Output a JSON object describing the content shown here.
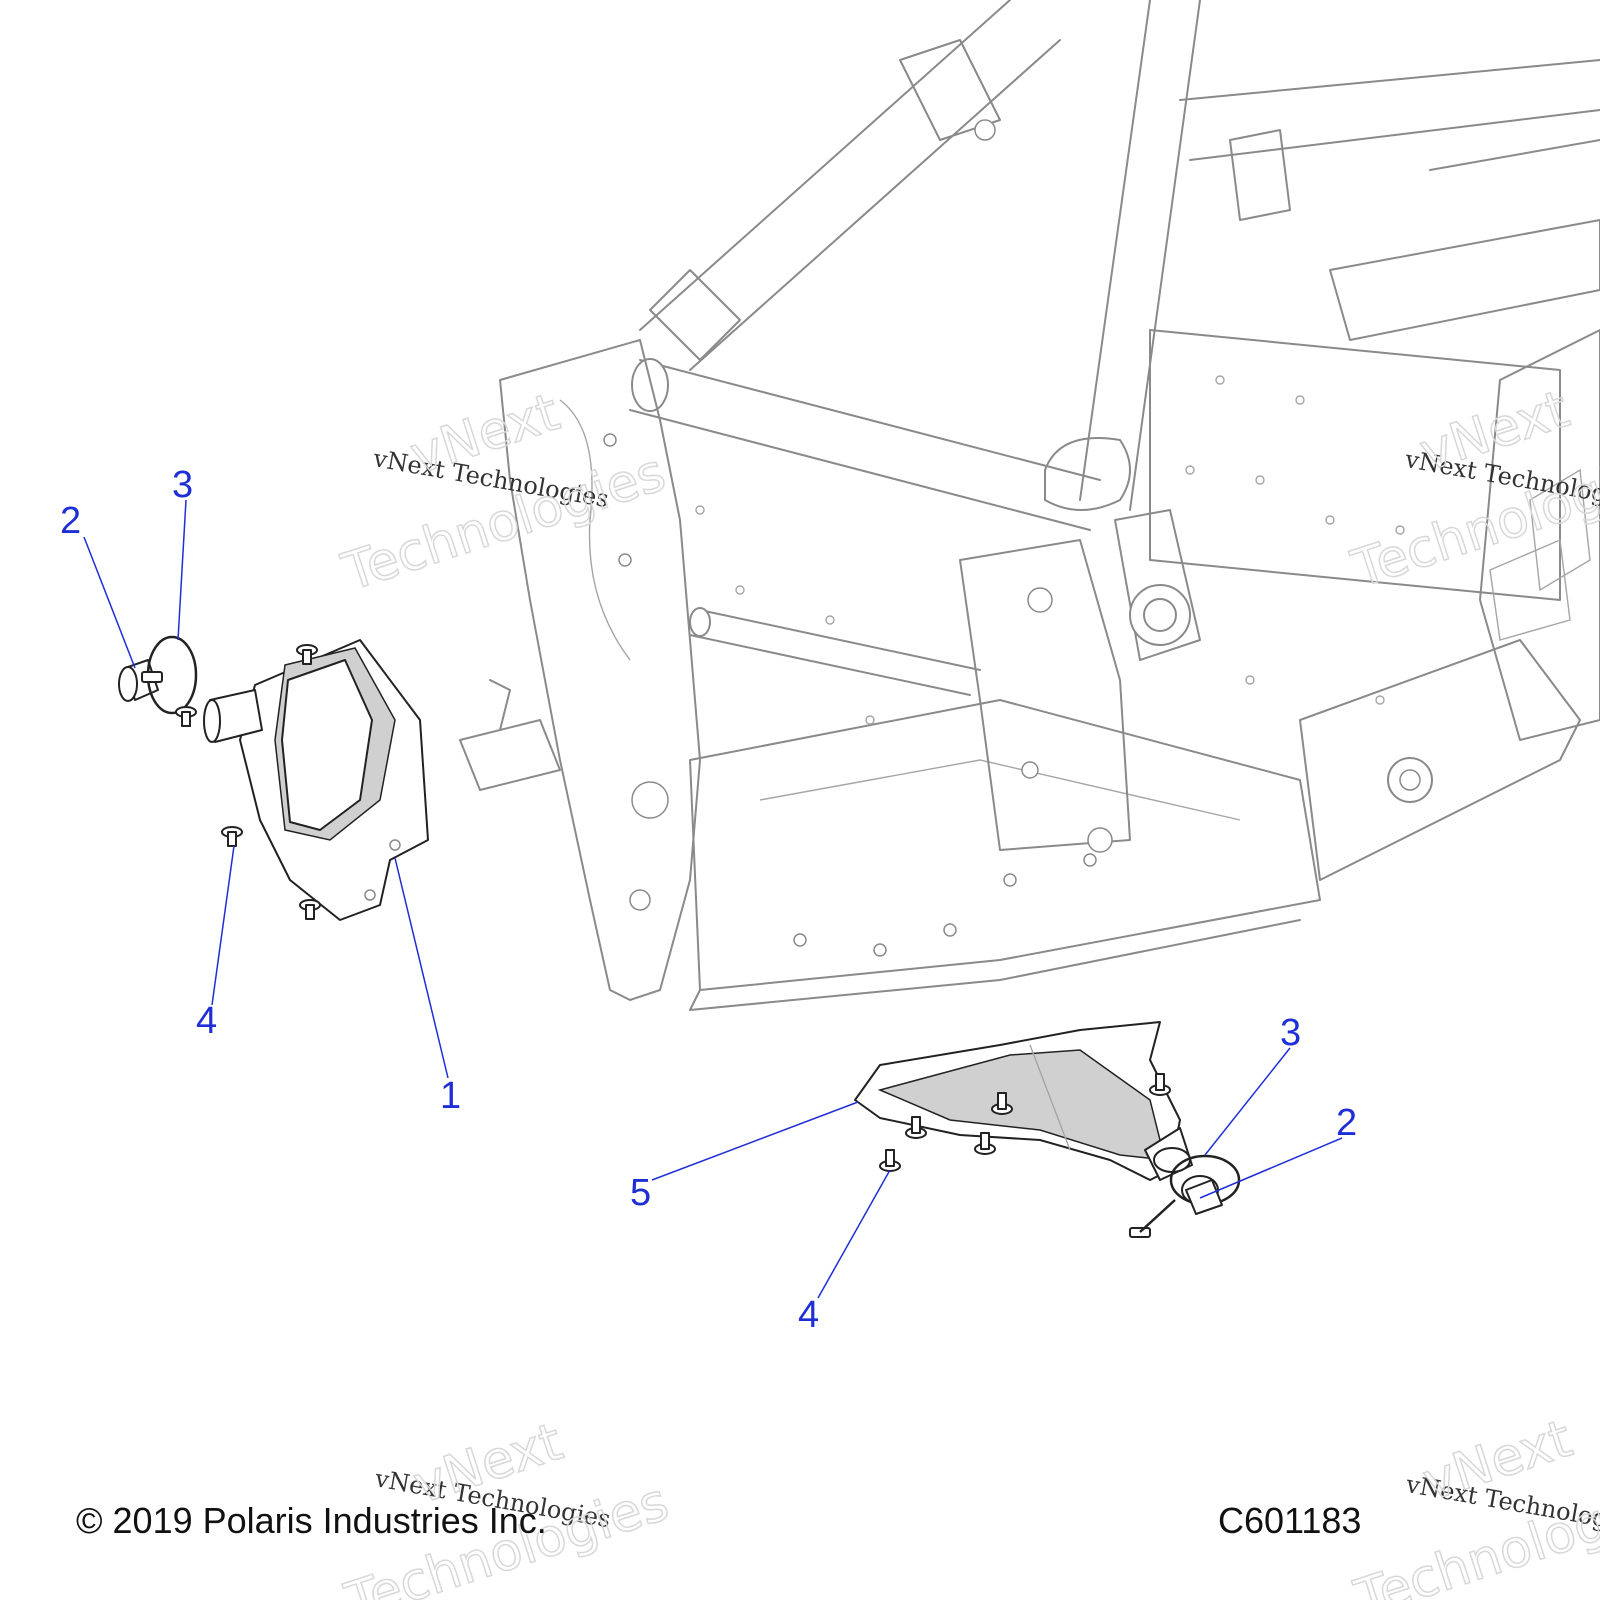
{
  "callouts": {
    "left_2": "2",
    "left_3": "3",
    "left_4": "4",
    "left_1": "1",
    "right_3": "3",
    "right_2": "2",
    "right_5": "5",
    "right_4": "4"
  },
  "watermarks": {
    "serif_text": "vNext Technologies",
    "outline_line1": "vNext",
    "outline_line2": "Technologies"
  },
  "footer": {
    "copyright": "© 2019 Polaris Industries Inc.",
    "drawing_code": "C601183"
  },
  "colors": {
    "callout": "#1f2fd6",
    "frame": "#8a8a8a",
    "part_shade": "#d0d0d0"
  }
}
